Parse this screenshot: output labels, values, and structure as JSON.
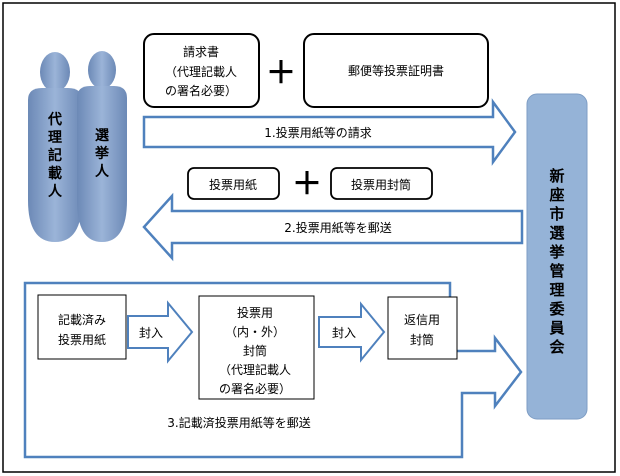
{
  "figures": {
    "proxy_label": [
      "代",
      "理",
      "記",
      "載",
      "人"
    ],
    "voter_label": [
      "選",
      "挙",
      "人"
    ]
  },
  "step1": {
    "box_request": [
      "請求書",
      "（代理記載人",
      "の署名必要）"
    ],
    "plus": "＋",
    "box_postal": "郵便等投票証明書",
    "arrow_label": "1.投票用紙等の請求"
  },
  "step2": {
    "box_ballot": "投票用紙",
    "plus": "＋",
    "box_envelope": "投票用封筒",
    "arrow_label": "2.投票用紙等を郵送"
  },
  "step3": {
    "box_filled": [
      "記載済み",
      "投票用紙"
    ],
    "seal1": "封入",
    "box_inner": [
      "投票用",
      "（内・外）",
      "封筒",
      "（代理記載人",
      "の署名必要）"
    ],
    "seal2": "封入",
    "box_return": [
      "返信用",
      "封筒"
    ],
    "arrow_label": "3.記載済投票用紙等を郵送"
  },
  "committee": [
    "新",
    "座",
    "市",
    "選",
    "挙",
    "管",
    "理",
    "委",
    "員",
    "会"
  ],
  "colors": {
    "figure_fill": "#7f9cc7",
    "committee_fill": "#95b3d7",
    "border": "#000000"
  }
}
